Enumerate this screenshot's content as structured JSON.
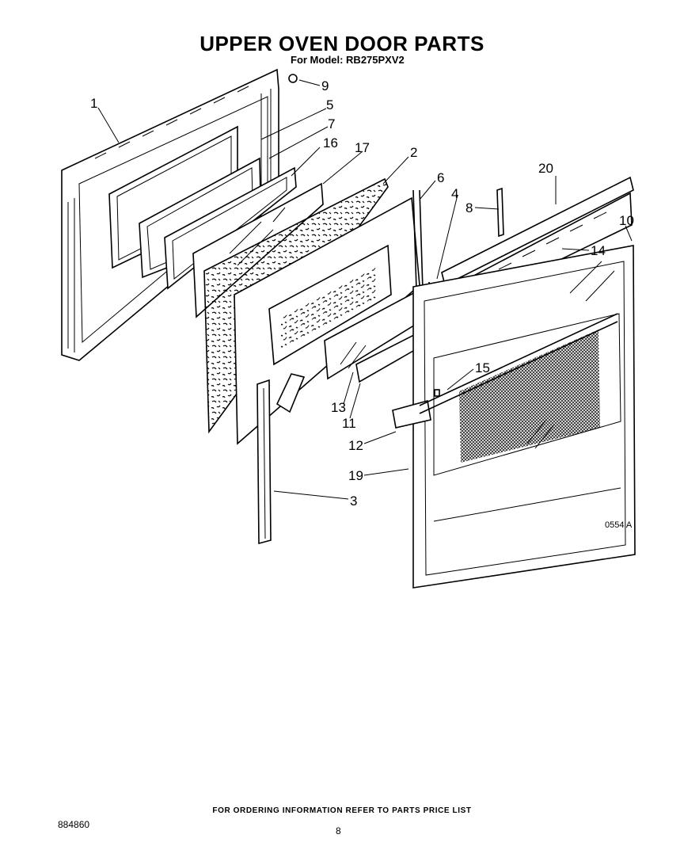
{
  "title": "UPPER OVEN DOOR PARTS",
  "model_line": "For Model: RB275PXV2",
  "footer_note": "FOR ORDERING INFORMATION REFER TO PARTS PRICE LIST",
  "doc_number": "884860",
  "page_number": "8",
  "figure_code": "0554 A",
  "callouts": [
    "1",
    "2",
    "3",
    "4",
    "5",
    "6",
    "7",
    "8",
    "9",
    "10",
    "11",
    "12",
    "13",
    "14",
    "15",
    "16",
    "17",
    "19",
    "20"
  ]
}
